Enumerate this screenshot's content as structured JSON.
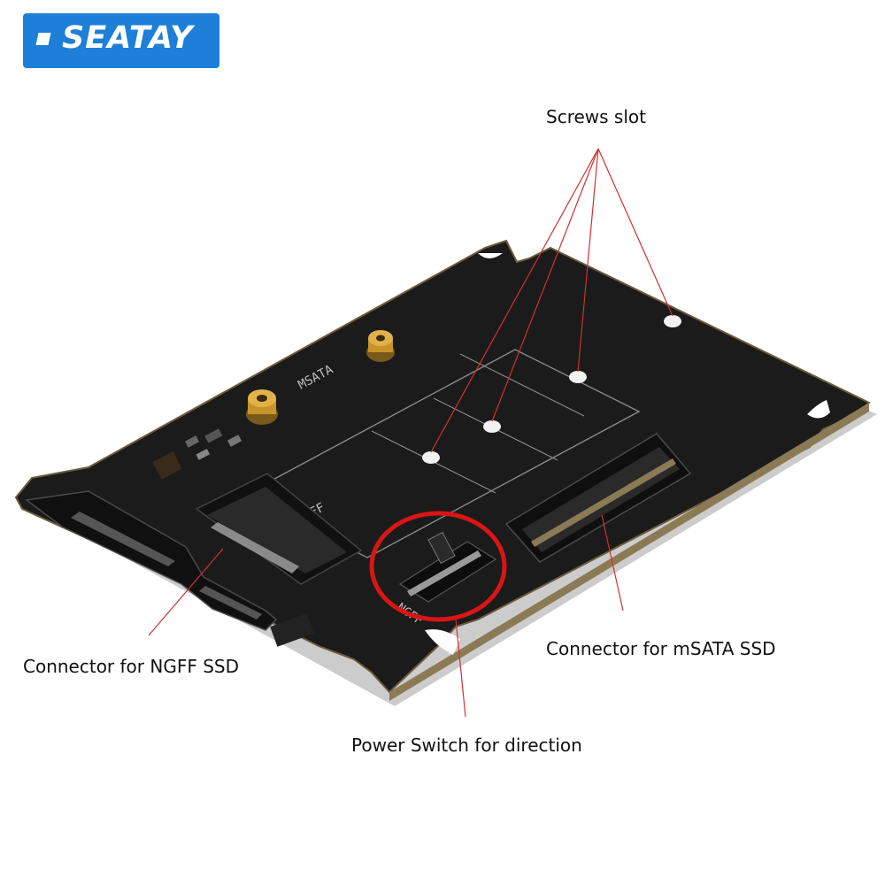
{
  "brand": {
    "name": "SEATAY",
    "color": "#1d7fd8"
  },
  "callouts": {
    "screws_slot": "Screws slot",
    "ngff_connector": "Connector for NGFF SSD",
    "msata_connector": "Connector for mSATA SSD",
    "power_switch": "Power Switch for direction"
  },
  "board_silkscreen": {
    "msata": "MSATA",
    "ngff": "NGFF",
    "ngff_switch": "NGFF"
  },
  "colors": {
    "pcb": "#1a1a1a",
    "leader_line": "#d23030",
    "highlight_ring": "#d91515",
    "standoff": "#c8942a"
  }
}
